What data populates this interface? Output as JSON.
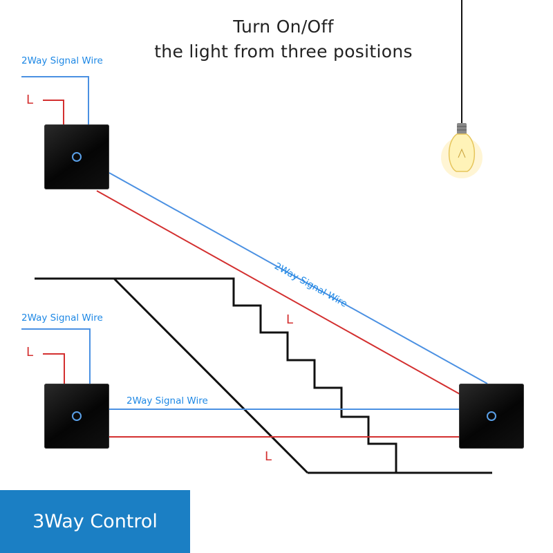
{
  "title": {
    "line1": "Turn On/Off",
    "line2": "the light from three positions"
  },
  "labels": {
    "signal_wire_top": "2Way Signal Wire",
    "signal_wire_diagonal": "2Way Signal Wire",
    "signal_wire_mid": "2Way Signal Wire",
    "signal_wire_horizontal": "2Way Signal Wire",
    "live_top": "L",
    "live_diagonal": "L",
    "live_mid": "L",
    "live_bottom": "L"
  },
  "banner": {
    "text": "3Way Control"
  },
  "colors": {
    "signal_wire": "#4a90e2",
    "live_wire": "#d32f2f",
    "stair_line": "#111111",
    "banner_bg": "#1b7fc4",
    "bulb_glow": "#ffe9a0"
  },
  "icons": {
    "switch": "touch-switch-icon",
    "bulb": "light-bulb-icon"
  }
}
